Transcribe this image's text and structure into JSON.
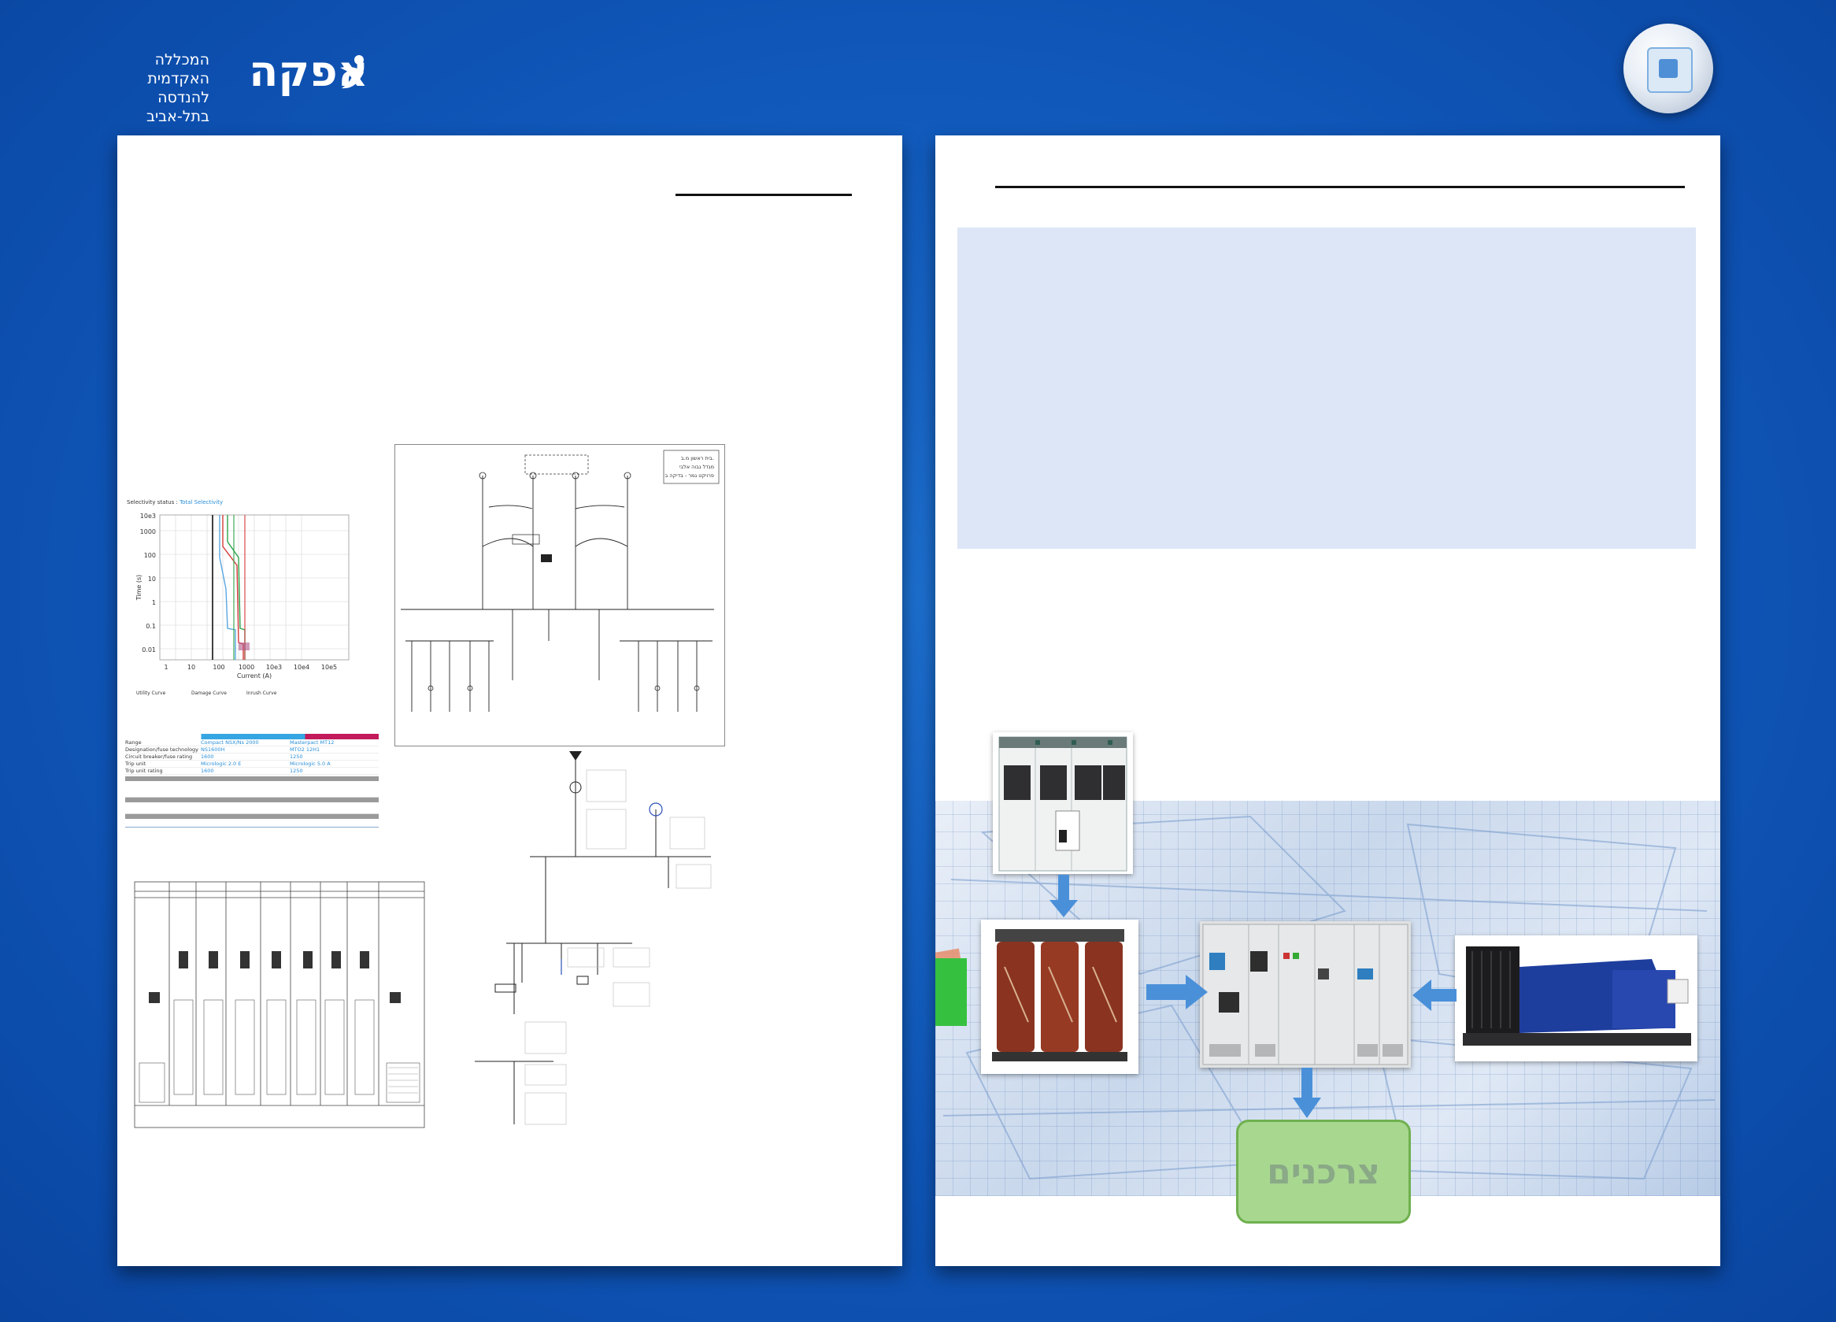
{
  "header": {
    "logo_name": "אפקה",
    "logo_sub_line1": "המכללה האקדמית",
    "logo_sub_line2": "להנדסה בתל-אביב"
  },
  "right_panel": {
    "consumers_label": "צרכנים"
  },
  "left_panel": {
    "selectivity_label": "Selectivity status : ",
    "selectivity_value": "Total Selectivity",
    "curve_ylabel": "Time (s)",
    "curve_xlabel": "Current (A)",
    "curve_yticks": [
      "10e3",
      "1000",
      "100",
      "10",
      "1",
      "0.1",
      "0.01"
    ],
    "curve_xticks": [
      "1",
      "10",
      "100",
      "1000",
      "10e3",
      "10e4",
      "10e5"
    ],
    "legend": [
      "Utility Curve",
      "Damage Curve",
      "Inrush Curve"
    ],
    "settings_rows": [
      [
        "Range",
        "Compact NSX/Ns 2000",
        "Masterpact MT12"
      ],
      [
        "Designation/fuse technology",
        "NS1600H",
        "MTO2 12H1"
      ],
      [
        "Circuit breaker/fuse rating",
        "1600",
        "1250"
      ],
      [
        "Trip unit",
        "Micrologic 2.0 E",
        "Micrologic 5.0 A"
      ],
      [
        "Trip unit rating",
        "1600",
        "1250"
      ]
    ],
    "schematic_title_lines": [
      "בית ראשון מ.ב.",
      "מגדל גבוה אלבי",
      "פרויקט גמר - בדיקה ב"
    ]
  },
  "colors": {
    "background": "#0f56b8",
    "consumers_fill": "#a8d890",
    "bluebox": "#dce6f6",
    "arrow": "#4a90d9"
  }
}
